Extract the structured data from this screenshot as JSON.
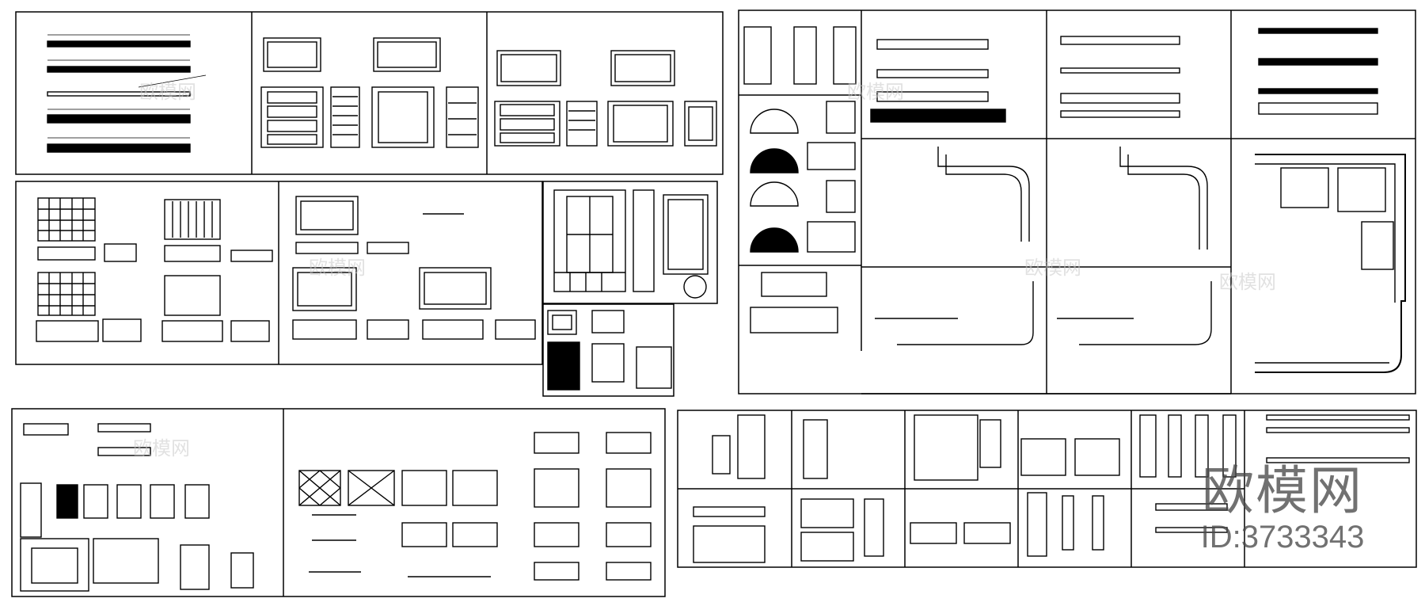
{
  "watermark": {
    "logo_text": "欧模网",
    "id_text": "ID:3733343"
  },
  "faint_marks": [
    "欧模网",
    "欧模网",
    "欧模网",
    "欧模网",
    "欧模网",
    "欧模网"
  ]
}
